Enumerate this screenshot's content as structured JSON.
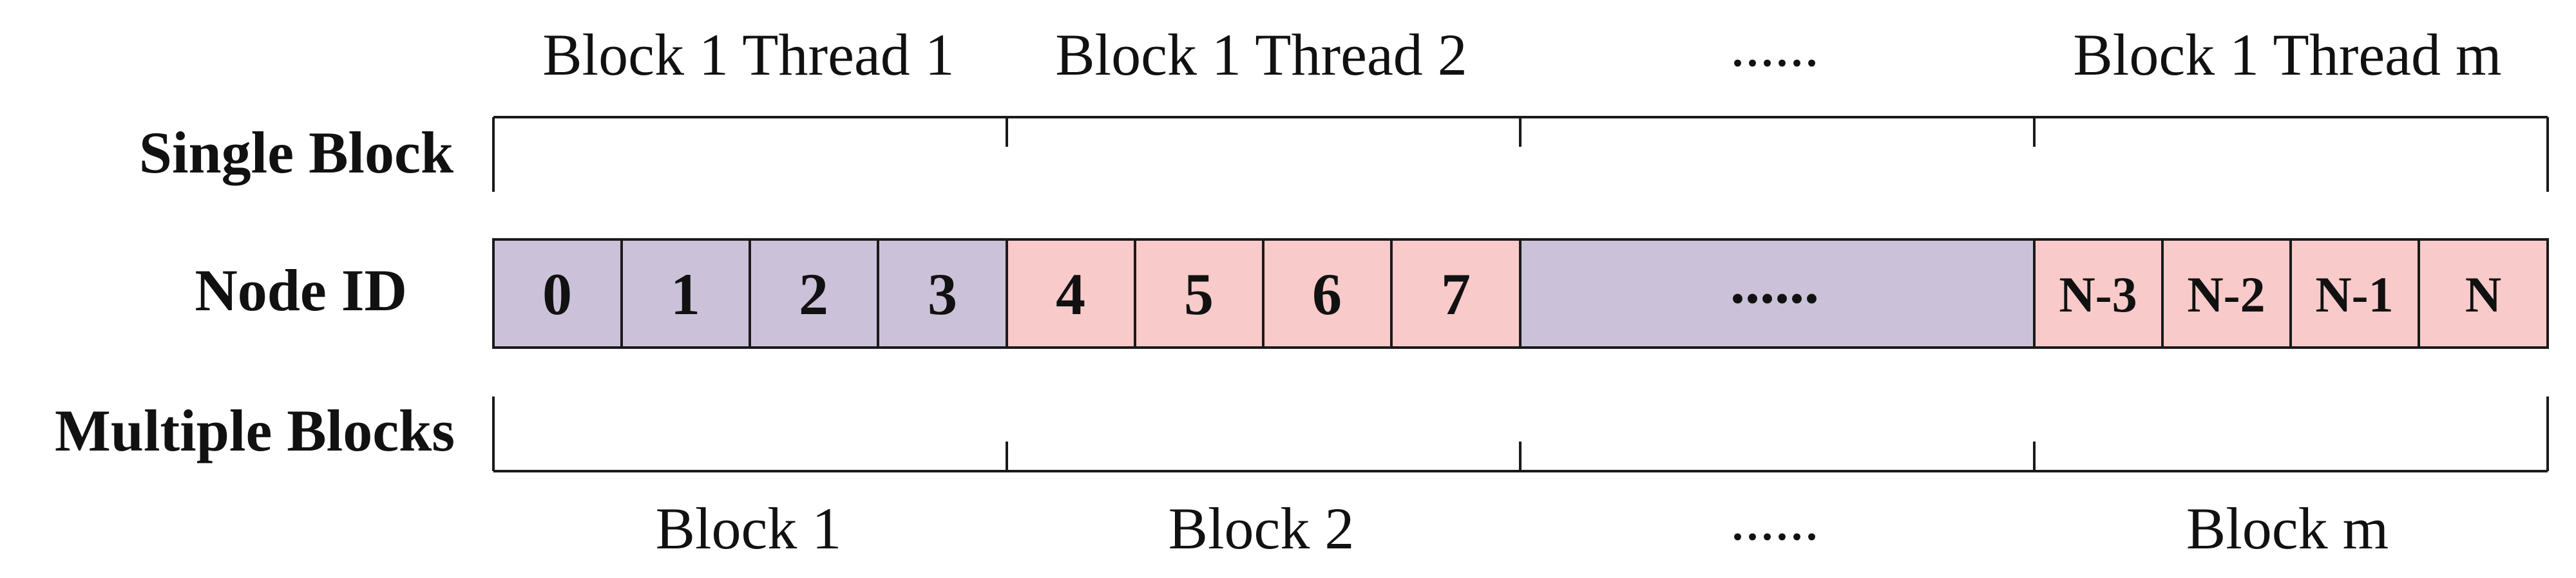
{
  "colors": {
    "purple": "#cbc2d9",
    "pink": "#f8caca",
    "stroke": "#1a1a1a",
    "text": "#111111"
  },
  "rows": {
    "single_block": "Single Block",
    "node_id": "Node ID",
    "multiple_blocks": "Multiple Blocks"
  },
  "thread_labels": [
    "Block 1 Thread 1",
    "Block 1 Thread 2",
    "......",
    "Block 1 Thread m"
  ],
  "block_labels": [
    "Block 1",
    "Block 2",
    "......",
    "Block m"
  ],
  "node_groups": [
    {
      "color": "purple",
      "cells": [
        "0",
        "1",
        "2",
        "3"
      ]
    },
    {
      "color": "pink",
      "cells": [
        "4",
        "5",
        "6",
        "7"
      ]
    },
    {
      "color": "purple",
      "cells": [
        "......"
      ]
    },
    {
      "color": "pink",
      "cells": [
        "N-3",
        "N-2",
        "N-1",
        "N"
      ]
    }
  ]
}
